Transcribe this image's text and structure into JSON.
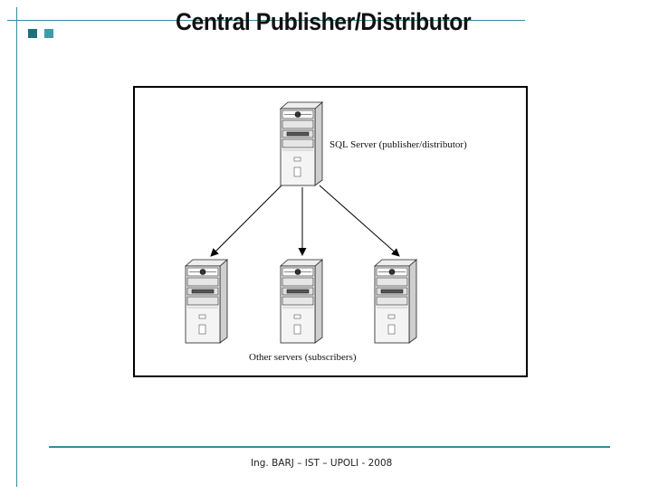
{
  "slide": {
    "title": "Central Publisher/Distributor",
    "footer": "Ing. BARJ – IST – UPOLI - 2008"
  },
  "diagram": {
    "publisher_label": "SQL Server (publisher/distributor)",
    "subscribers_label": "Other servers (subscribers)"
  },
  "colors": {
    "accent_dark": "#1f6f7f",
    "accent_light": "#3f9aac",
    "rule": "#3a8a9c"
  },
  "icons": [
    "server-tower-icon",
    "arrow-icon"
  ]
}
